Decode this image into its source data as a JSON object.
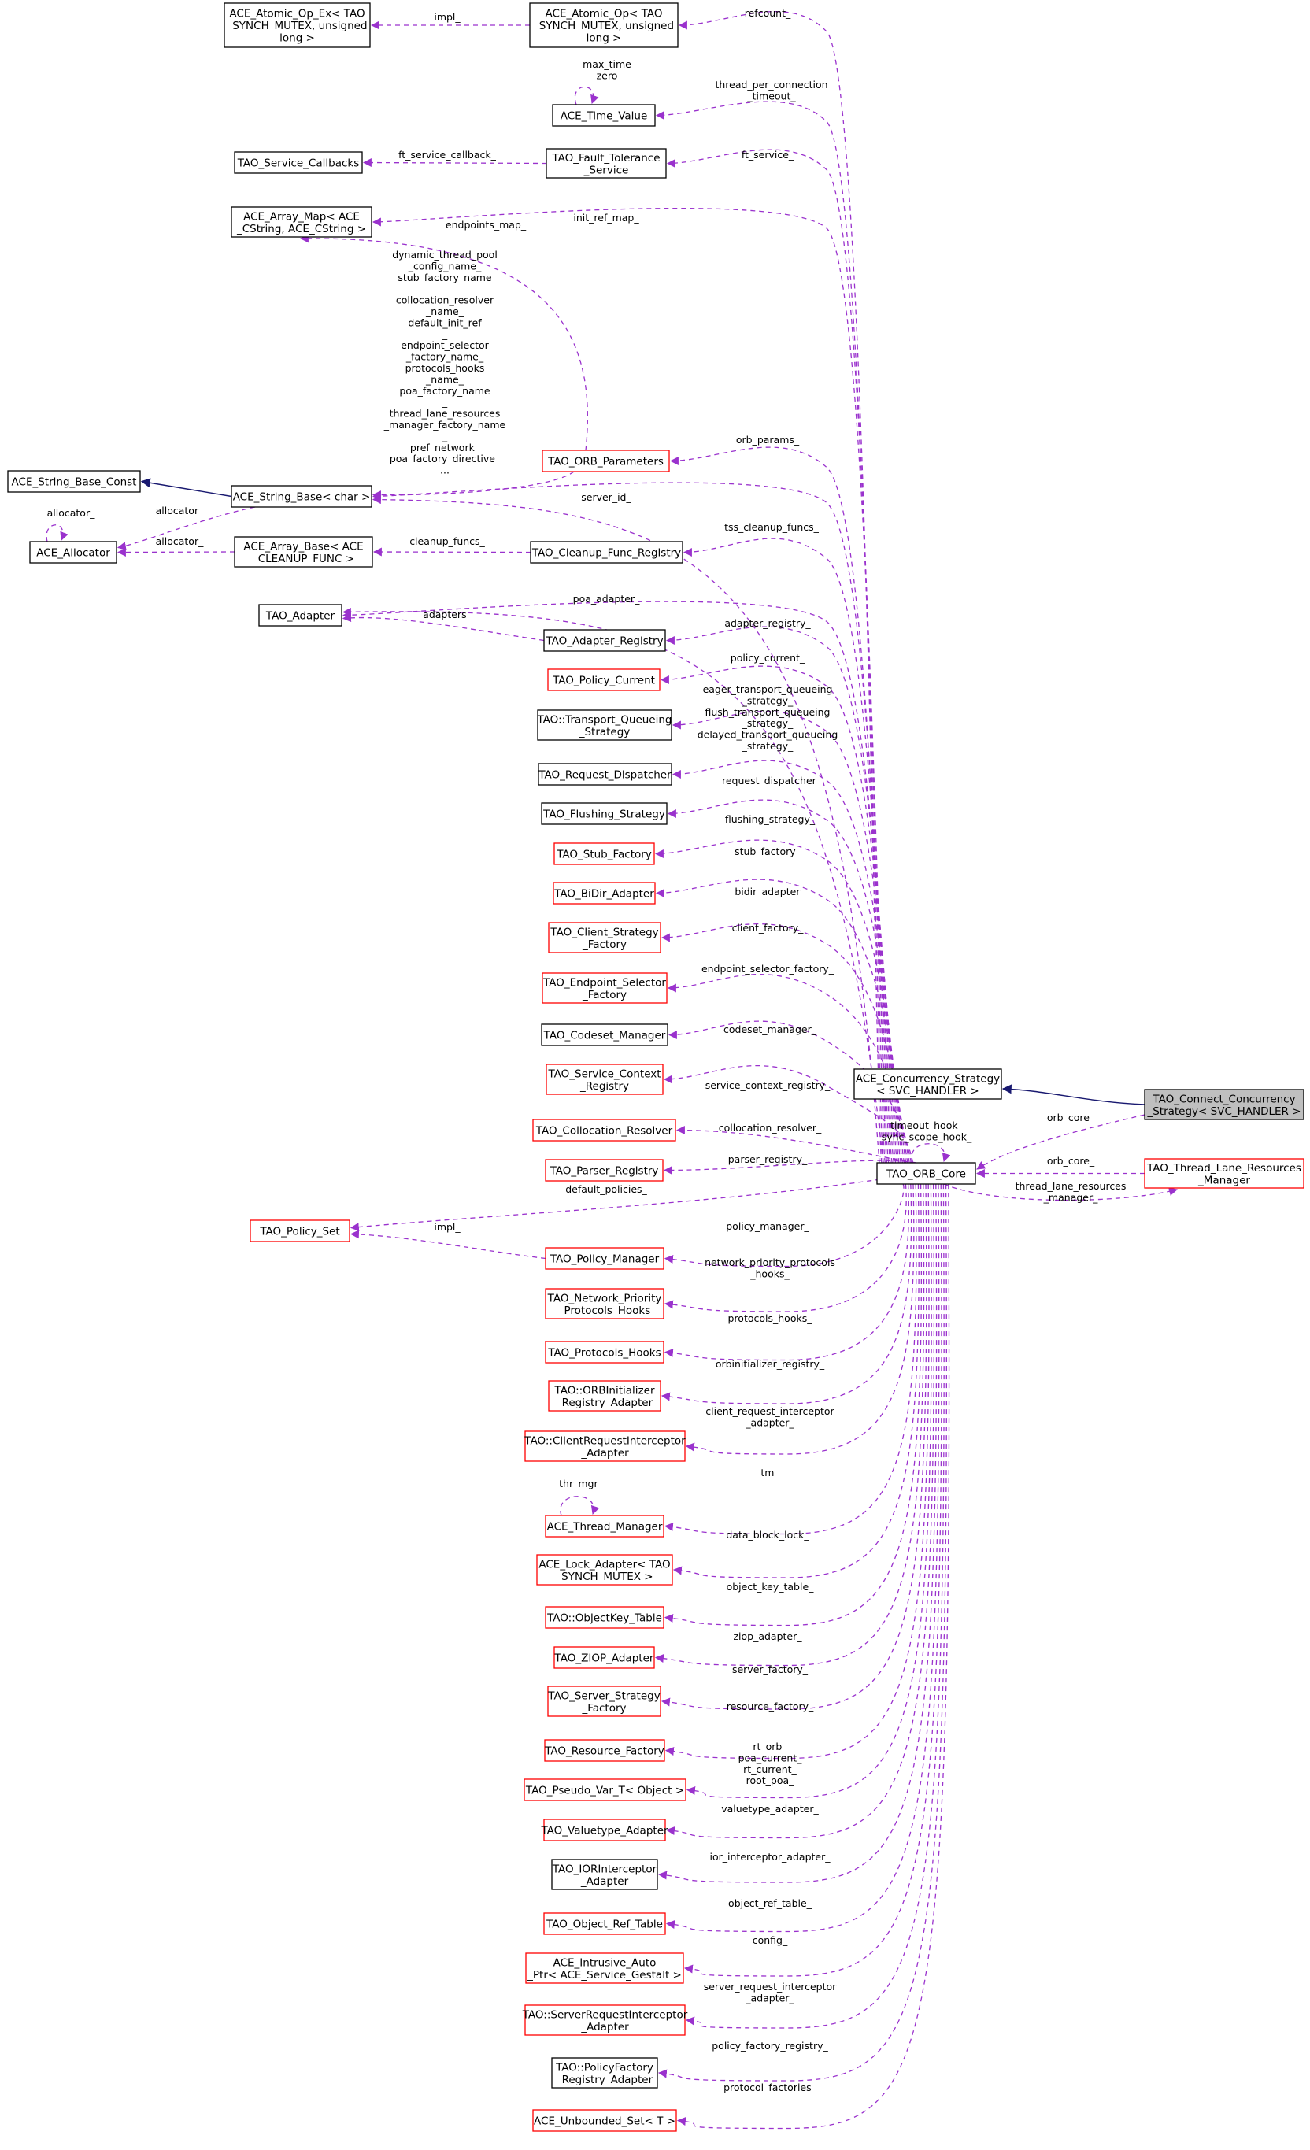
{
  "colors": {
    "usage_edge": "#9a32cd",
    "inheritance_edge": "#191970",
    "documented_border": "#000000",
    "undocumented_border": "#ff0000",
    "focus_fill": "#bfbfbf"
  },
  "nodes": [
    {
      "id": "atomic_ex",
      "lines": [
        "ACE_Atomic_Op_Ex< TAO",
        "_SYNCH_MUTEX, unsigned",
        "long >"
      ],
      "border": "black"
    },
    {
      "id": "atomic_op",
      "lines": [
        "ACE_Atomic_Op< TAO",
        "_SYNCH_MUTEX, unsigned",
        "long >"
      ],
      "border": "black"
    },
    {
      "id": "time_value",
      "lines": [
        "ACE_Time_Value"
      ],
      "border": "black"
    },
    {
      "id": "service_callbacks",
      "lines": [
        "TAO_Service_Callbacks"
      ],
      "border": "black"
    },
    {
      "id": "fault_tolerance",
      "lines": [
        "TAO_Fault_Tolerance",
        "_Service"
      ],
      "border": "black"
    },
    {
      "id": "array_map",
      "lines": [
        "ACE_Array_Map< ACE",
        "_CString, ACE_CString >"
      ],
      "border": "black"
    },
    {
      "id": "orb_params",
      "lines": [
        "TAO_ORB_Parameters"
      ],
      "border": "red"
    },
    {
      "id": "string_base_const",
      "lines": [
        "ACE_String_Base_Const"
      ],
      "border": "black"
    },
    {
      "id": "string_base",
      "lines": [
        "ACE_String_Base< char >"
      ],
      "border": "black"
    },
    {
      "id": "allocator",
      "lines": [
        "ACE_Allocator"
      ],
      "border": "black"
    },
    {
      "id": "array_base",
      "lines": [
        "ACE_Array_Base< ACE",
        "_CLEANUP_FUNC >"
      ],
      "border": "black"
    },
    {
      "id": "cleanup_registry",
      "lines": [
        "TAO_Cleanup_Func_Registry"
      ],
      "border": "black"
    },
    {
      "id": "adapter",
      "lines": [
        "TAO_Adapter"
      ],
      "border": "black"
    },
    {
      "id": "adapter_registry",
      "lines": [
        "TAO_Adapter_Registry"
      ],
      "border": "black"
    },
    {
      "id": "policy_current",
      "lines": [
        "TAO_Policy_Current"
      ],
      "border": "red"
    },
    {
      "id": "transport_queueing",
      "lines": [
        "TAO::Transport_Queueing",
        "_Strategy"
      ],
      "border": "black"
    },
    {
      "id": "request_dispatcher",
      "lines": [
        "TAO_Request_Dispatcher"
      ],
      "border": "black"
    },
    {
      "id": "flushing_strategy",
      "lines": [
        "TAO_Flushing_Strategy"
      ],
      "border": "black"
    },
    {
      "id": "stub_factory",
      "lines": [
        "TAO_Stub_Factory"
      ],
      "border": "red"
    },
    {
      "id": "bidir_adapter",
      "lines": [
        "TAO_BiDir_Adapter"
      ],
      "border": "red"
    },
    {
      "id": "client_strategy",
      "lines": [
        "TAO_Client_Strategy",
        "_Factory"
      ],
      "border": "red"
    },
    {
      "id": "endpoint_selector",
      "lines": [
        "TAO_Endpoint_Selector",
        "_Factory"
      ],
      "border": "red"
    },
    {
      "id": "codeset_manager",
      "lines": [
        "TAO_Codeset_Manager"
      ],
      "border": "black"
    },
    {
      "id": "service_context",
      "lines": [
        "TAO_Service_Context",
        "_Registry"
      ],
      "border": "red"
    },
    {
      "id": "collocation_resolver",
      "lines": [
        "TAO_Collocation_Resolver"
      ],
      "border": "red"
    },
    {
      "id": "parser_registry",
      "lines": [
        "TAO_Parser_Registry"
      ],
      "border": "red"
    },
    {
      "id": "policy_set",
      "lines": [
        "TAO_Policy_Set"
      ],
      "border": "red"
    },
    {
      "id": "policy_manager",
      "lines": [
        "TAO_Policy_Manager"
      ],
      "border": "red"
    },
    {
      "id": "network_priority",
      "lines": [
        "TAO_Network_Priority",
        "_Protocols_Hooks"
      ],
      "border": "red"
    },
    {
      "id": "protocols_hooks",
      "lines": [
        "TAO_Protocols_Hooks"
      ],
      "border": "red"
    },
    {
      "id": "orbinitializer",
      "lines": [
        "TAO::ORBInitializer",
        "_Registry_Adapter"
      ],
      "border": "red"
    },
    {
      "id": "client_ri",
      "lines": [
        "TAO::ClientRequestInterceptor",
        "_Adapter"
      ],
      "border": "red"
    },
    {
      "id": "thread_manager",
      "lines": [
        "ACE_Thread_Manager"
      ],
      "border": "red"
    },
    {
      "id": "lock_adapter",
      "lines": [
        "ACE_Lock_Adapter< TAO",
        "_SYNCH_MUTEX >"
      ],
      "border": "red"
    },
    {
      "id": "objectkey_table",
      "lines": [
        "TAO::ObjectKey_Table"
      ],
      "border": "red"
    },
    {
      "id": "ziop_adapter",
      "lines": [
        "TAO_ZIOP_Adapter"
      ],
      "border": "red"
    },
    {
      "id": "server_strategy",
      "lines": [
        "TAO_Server_Strategy",
        "_Factory"
      ],
      "border": "red"
    },
    {
      "id": "resource_factory",
      "lines": [
        "TAO_Resource_Factory"
      ],
      "border": "red"
    },
    {
      "id": "pseudo_var",
      "lines": [
        "TAO_Pseudo_Var_T< Object >"
      ],
      "border": "red"
    },
    {
      "id": "valuetype_adapter",
      "lines": [
        "TAO_Valuetype_Adapter"
      ],
      "border": "red"
    },
    {
      "id": "ior_interceptor",
      "lines": [
        "TAO_IORInterceptor",
        "_Adapter"
      ],
      "border": "black"
    },
    {
      "id": "object_ref_table",
      "lines": [
        "TAO_Object_Ref_Table"
      ],
      "border": "red"
    },
    {
      "id": "intrusive_auto",
      "lines": [
        "ACE_Intrusive_Auto",
        "_Ptr< ACE_Service_Gestalt >"
      ],
      "border": "red"
    },
    {
      "id": "server_ri",
      "lines": [
        "TAO::ServerRequestInterceptor",
        "_Adapter"
      ],
      "border": "red"
    },
    {
      "id": "policy_factory",
      "lines": [
        "TAO::PolicyFactory",
        "_Registry_Adapter"
      ],
      "border": "black"
    },
    {
      "id": "unbounded_set",
      "lines": [
        "ACE_Unbounded_Set< T >"
      ],
      "border": "red"
    },
    {
      "id": "concurrency_strategy",
      "lines": [
        "ACE_Concurrency_Strategy",
        "< SVC_HANDLER >"
      ],
      "border": "black"
    },
    {
      "id": "orb_core",
      "lines": [
        "TAO_ORB_Core"
      ],
      "border": "black"
    },
    {
      "id": "thread_lane",
      "lines": [
        "TAO_Thread_Lane_Resources",
        "_Manager"
      ],
      "border": "red"
    },
    {
      "id": "connect_concurrency",
      "lines": [
        "TAO_Connect_Concurrency",
        "_Strategy< SVC_HANDLER >"
      ],
      "border": "black",
      "focus": true
    }
  ],
  "edge_labels": [
    {
      "id": "impl_atomic",
      "lines": [
        "impl_"
      ]
    },
    {
      "id": "refcount",
      "lines": [
        "refcount_"
      ]
    },
    {
      "id": "timevalue_self",
      "lines": [
        "max_time",
        "zero"
      ]
    },
    {
      "id": "thread_per_conn",
      "lines": [
        "thread_per_connection",
        "_timeout_"
      ]
    },
    {
      "id": "ft_callback",
      "lines": [
        "ft_service_callback_"
      ]
    },
    {
      "id": "ft_service",
      "lines": [
        "ft_service_"
      ]
    },
    {
      "id": "init_ref_map",
      "lines": [
        "init_ref_map_"
      ]
    },
    {
      "id": "endpoints_map",
      "lines": [
        "endpoints_map_"
      ]
    },
    {
      "id": "params_strings",
      "lines": [
        "dynamic_thread_pool",
        "_config_name_",
        "stub_factory_name",
        "_",
        "collocation_resolver",
        "_name_",
        "default_init_ref",
        "_",
        "endpoint_selector",
        "_factory_name_",
        "protocols_hooks",
        "_name_",
        "poa_factory_name",
        "_",
        "thread_lane_resources",
        "_manager_factory_name",
        "_",
        "pref_network_",
        "poa_factory_directive_",
        "..."
      ]
    },
    {
      "id": "orb_params",
      "lines": [
        "orb_params_"
      ]
    },
    {
      "id": "server_id",
      "lines": [
        "server_id_"
      ]
    },
    {
      "id": "allocator_self",
      "lines": [
        "allocator_"
      ]
    },
    {
      "id": "allocator_sb",
      "lines": [
        "allocator_"
      ]
    },
    {
      "id": "allocator_ab",
      "lines": [
        "allocator_"
      ]
    },
    {
      "id": "cleanup_funcs",
      "lines": [
        "cleanup_funcs_"
      ]
    },
    {
      "id": "tss_cleanup",
      "lines": [
        "tss_cleanup_funcs_"
      ]
    },
    {
      "id": "poa_adapter",
      "lines": [
        "poa_adapter_"
      ]
    },
    {
      "id": "adapters",
      "lines": [
        "adapters_"
      ]
    },
    {
      "id": "adapter_registry",
      "lines": [
        "adapter_registry_"
      ]
    },
    {
      "id": "policy_current",
      "lines": [
        "policy_current_"
      ]
    },
    {
      "id": "transport_queueing",
      "lines": [
        "eager_transport_queueing",
        "_strategy_",
        "flush_transport_queueing",
        "_strategy_",
        "delayed_transport_queueing",
        "_strategy_"
      ]
    },
    {
      "id": "request_dispatcher",
      "lines": [
        "request_dispatcher_"
      ]
    },
    {
      "id": "flushing_strategy",
      "lines": [
        "flushing_strategy_"
      ]
    },
    {
      "id": "stub_factory",
      "lines": [
        "stub_factory_"
      ]
    },
    {
      "id": "bidir_adapter",
      "lines": [
        "bidir_adapter_"
      ]
    },
    {
      "id": "client_factory",
      "lines": [
        "client_factory_"
      ]
    },
    {
      "id": "endpoint_selector",
      "lines": [
        "endpoint_selector_factory_"
      ]
    },
    {
      "id": "codeset_manager",
      "lines": [
        "codeset_manager_"
      ]
    },
    {
      "id": "service_context",
      "lines": [
        "service_context_registry_"
      ]
    },
    {
      "id": "collocation_resolver",
      "lines": [
        "collocation_resolver_"
      ]
    },
    {
      "id": "parser_registry",
      "lines": [
        "parser_registry_"
      ]
    },
    {
      "id": "default_policies",
      "lines": [
        "default_policies_"
      ]
    },
    {
      "id": "impl_policy",
      "lines": [
        "impl_"
      ]
    },
    {
      "id": "policy_manager",
      "lines": [
        "policy_manager_"
      ]
    },
    {
      "id": "network_priority",
      "lines": [
        "network_priority_protocols",
        "_hooks_"
      ]
    },
    {
      "id": "protocols_hooks",
      "lines": [
        "protocols_hooks_"
      ]
    },
    {
      "id": "orbinitializer",
      "lines": [
        "orbinitializer_registry_"
      ]
    },
    {
      "id": "client_ri",
      "lines": [
        "client_request_interceptor",
        "_adapter_"
      ]
    },
    {
      "id": "tm",
      "lines": [
        "tm_"
      ]
    },
    {
      "id": "thr_mgr",
      "lines": [
        "thr_mgr_"
      ]
    },
    {
      "id": "data_block_lock",
      "lines": [
        "data_block_lock_"
      ]
    },
    {
      "id": "object_key_table",
      "lines": [
        "object_key_table_"
      ]
    },
    {
      "id": "ziop_adapter",
      "lines": [
        "ziop_adapter_"
      ]
    },
    {
      "id": "server_factory",
      "lines": [
        "server_factory_"
      ]
    },
    {
      "id": "resource_factory",
      "lines": [
        "resource_factory_"
      ]
    },
    {
      "id": "pseudo_var",
      "lines": [
        "rt_orb_",
        "poa_current_",
        "rt_current_",
        "root_poa_"
      ]
    },
    {
      "id": "valuetype_adapter",
      "lines": [
        "valuetype_adapter_"
      ]
    },
    {
      "id": "ior_interceptor",
      "lines": [
        "ior_interceptor_adapter_"
      ]
    },
    {
      "id": "object_ref_table",
      "lines": [
        "object_ref_table_"
      ]
    },
    {
      "id": "config",
      "lines": [
        "config_"
      ]
    },
    {
      "id": "server_ri",
      "lines": [
        "server_request_interceptor",
        "_adapter_"
      ]
    },
    {
      "id": "policy_factory",
      "lines": [
        "policy_factory_registry_"
      ]
    },
    {
      "id": "protocol_factories",
      "lines": [
        "protocol_factories_"
      ]
    },
    {
      "id": "orbcore_self",
      "lines": [
        "timeout_hook_",
        "sync_scope_hook_"
      ]
    },
    {
      "id": "orb_core_ccs",
      "lines": [
        "orb_core_"
      ]
    },
    {
      "id": "orb_core_tl",
      "lines": [
        "orb_core_"
      ]
    },
    {
      "id": "thread_lane",
      "lines": [
        "thread_lane_resources",
        "_manager_"
      ]
    }
  ]
}
